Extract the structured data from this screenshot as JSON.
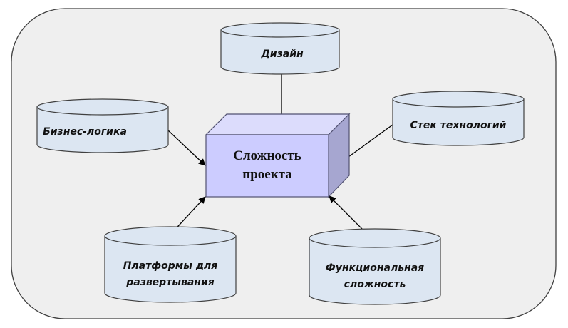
{
  "diagram": {
    "title": "Сложность проекта",
    "center": {
      "lines": [
        "Сложность",
        "проекта"
      ],
      "front_color": "#ccccff",
      "top_color": "#dcdcfc",
      "side_color": "#a6a6d0"
    },
    "factors": [
      {
        "id": "design",
        "lines": [
          "Дизайн"
        ]
      },
      {
        "id": "business-logic",
        "lines": [
          "Бизнес-логика"
        ]
      },
      {
        "id": "tech-stack",
        "lines": [
          "Стек технологий"
        ]
      },
      {
        "id": "platforms",
        "lines": [
          "Платформы для",
          "развертывания"
        ]
      },
      {
        "id": "functional",
        "lines": [
          "Функциональная",
          "сложность"
        ]
      }
    ],
    "colors": {
      "background": "#efefef",
      "cylinder_fill": "#dce6f2",
      "stroke": "#404040",
      "arrow": "#000000"
    },
    "edges": [
      {
        "from": "design",
        "to": "center"
      },
      {
        "from": "business-logic",
        "to": "center"
      },
      {
        "from": "tech-stack",
        "to": "center"
      },
      {
        "from": "platforms",
        "to": "center"
      },
      {
        "from": "functional",
        "to": "center"
      }
    ]
  }
}
